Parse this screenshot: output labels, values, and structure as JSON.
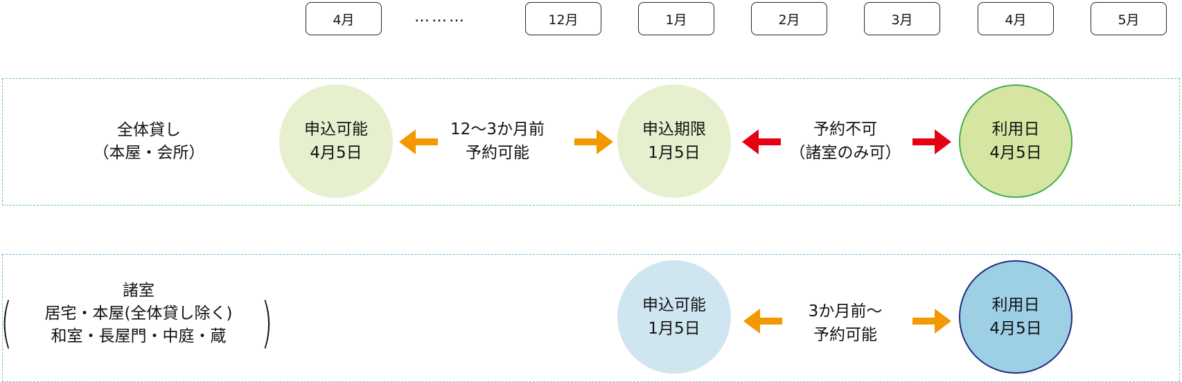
{
  "timeline": {
    "months": [
      "4月",
      "12月",
      "1月",
      "2月",
      "3月",
      "4月",
      "5月"
    ],
    "ellipsis": "………"
  },
  "rows": [
    {
      "label": [
        "全体貸し",
        "（本屋・会所）"
      ],
      "circles": [
        {
          "title": "申込可能",
          "date": "4月5日"
        },
        {
          "title": "申込期限",
          "date": "1月5日"
        },
        {
          "title": "利用日",
          "date": "4月5日"
        }
      ],
      "spans": [
        {
          "line1": "12～3か月前",
          "line2": "予約可能"
        },
        {
          "line1": "予約不可",
          "line2": "（諸室のみ可）"
        }
      ]
    },
    {
      "label": [
        "諸室",
        "居宅・本屋(全体貸し除く)",
        "和室・長屋門・中庭・蔵"
      ],
      "circles": [
        {
          "title": "申込可能",
          "date": "1月5日"
        },
        {
          "title": "利用日",
          "date": "4月5日"
        }
      ],
      "spans": [
        {
          "line1": "3か月前～",
          "line2": "予約可能"
        }
      ]
    }
  ],
  "colors": {
    "orange": "#f39800",
    "red": "#e60012"
  }
}
